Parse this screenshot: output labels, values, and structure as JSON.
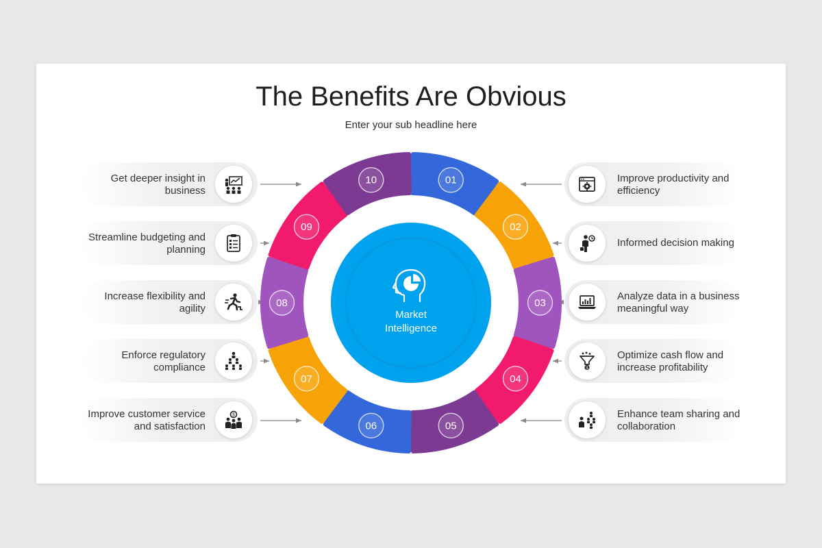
{
  "title": "The Benefits Are Obvious",
  "subtitle": "Enter your sub headline here",
  "center": {
    "line1": "Market",
    "line2": "Intelligence",
    "icon": "head-pie-chart-icon"
  },
  "colors": {
    "center": "#00a2ee",
    "blue": "#3467d9",
    "orange": "#f7a206",
    "purple_light": "#a054bd",
    "purple_dark": "#7c3a92",
    "pink": "#f21a6d"
  },
  "segments": [
    {
      "num": "01",
      "color": "#3467d9"
    },
    {
      "num": "02",
      "color": "#f7a206"
    },
    {
      "num": "03",
      "color": "#a054bd"
    },
    {
      "num": "04",
      "color": "#f21a6d"
    },
    {
      "num": "05",
      "color": "#7c3a92"
    },
    {
      "num": "06",
      "color": "#3467d9"
    },
    {
      "num": "07",
      "color": "#f7a206"
    },
    {
      "num": "08",
      "color": "#a054bd"
    },
    {
      "num": "09",
      "color": "#f21a6d"
    },
    {
      "num": "10",
      "color": "#7c3a92"
    }
  ],
  "left_items": [
    {
      "line1": "Get deeper insight in",
      "line2": "business",
      "icon": "presentation-audience-icon"
    },
    {
      "line1": "Streamline budgeting and",
      "line2": "planning",
      "icon": "clipboard-checklist-icon"
    },
    {
      "line1": "Increase flexibility and",
      "line2": "agility",
      "icon": "running-man-icon"
    },
    {
      "line1": "Enforce regulatory",
      "line2": "compliance",
      "icon": "hierarchy-people-icon"
    },
    {
      "line1": "Improve customer service",
      "line2": "and satisfaction",
      "icon": "customer-support-icon"
    }
  ],
  "right_items": [
    {
      "line1": "Improve productivity and",
      "line2": "efficiency",
      "icon": "browser-gear-icon"
    },
    {
      "line1": "Informed decision making",
      "line2": "",
      "icon": "businessman-clock-icon"
    },
    {
      "line1": "Analyze data in a business",
      "line2": "meaningful way",
      "icon": "laptop-chart-icon"
    },
    {
      "line1": "Optimize cash flow and",
      "line2": "increase profitability",
      "icon": "funnel-coin-icon"
    },
    {
      "line1": "Enhance team sharing and",
      "line2": "collaboration",
      "icon": "team-sharing-icon"
    }
  ]
}
